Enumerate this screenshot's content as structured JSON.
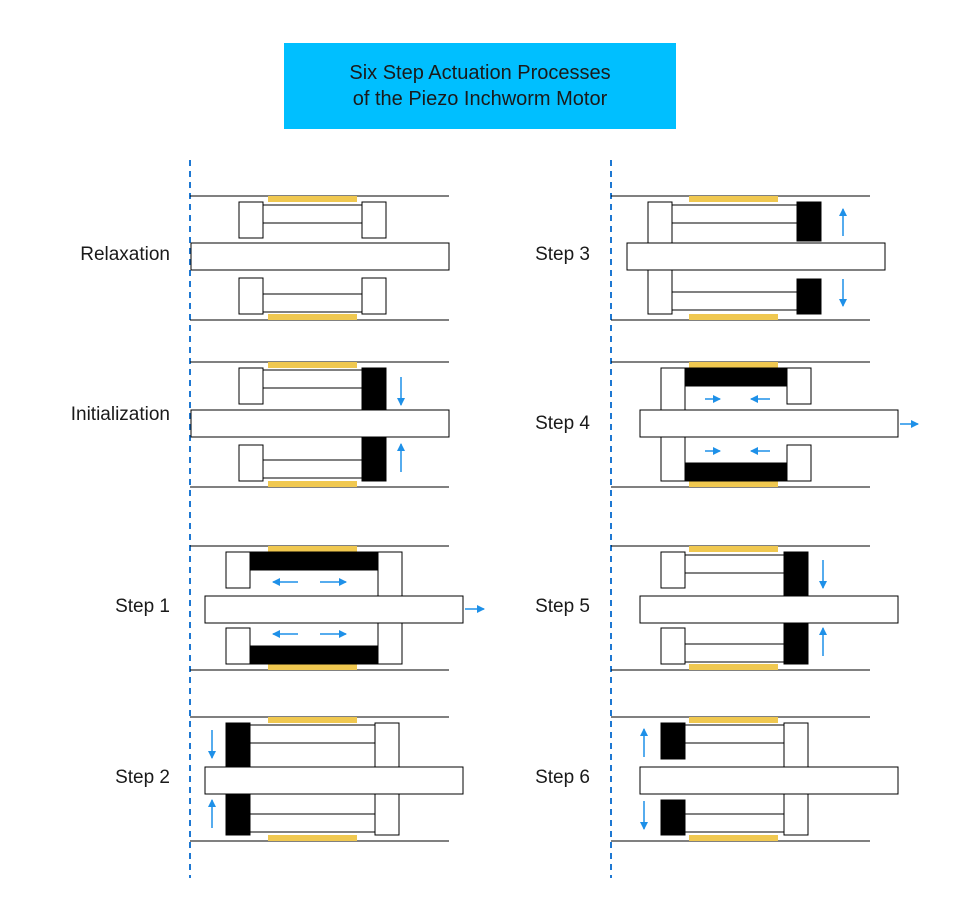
{
  "title": {
    "line1": "Six Step Actuation Processes",
    "line2": "of the Piezo Inchworm Motor"
  },
  "steps": [
    {
      "id": "relaxation",
      "label": "Relaxation"
    },
    {
      "id": "initialization",
      "label": "Initialization"
    },
    {
      "id": "step1",
      "label": "Step 1"
    },
    {
      "id": "step2",
      "label": "Step 2"
    },
    {
      "id": "step3",
      "label": "Step 3"
    },
    {
      "id": "step4",
      "label": "Step 4"
    },
    {
      "id": "step5",
      "label": "Step 5"
    },
    {
      "id": "step6",
      "label": "Step 6"
    }
  ],
  "colors": {
    "title_bg": "#00bfff",
    "arrow": "#1e90e8",
    "guide_line": "#1e78d2",
    "piezo_pad": "#f0c850",
    "active_clamp": "#000000"
  }
}
